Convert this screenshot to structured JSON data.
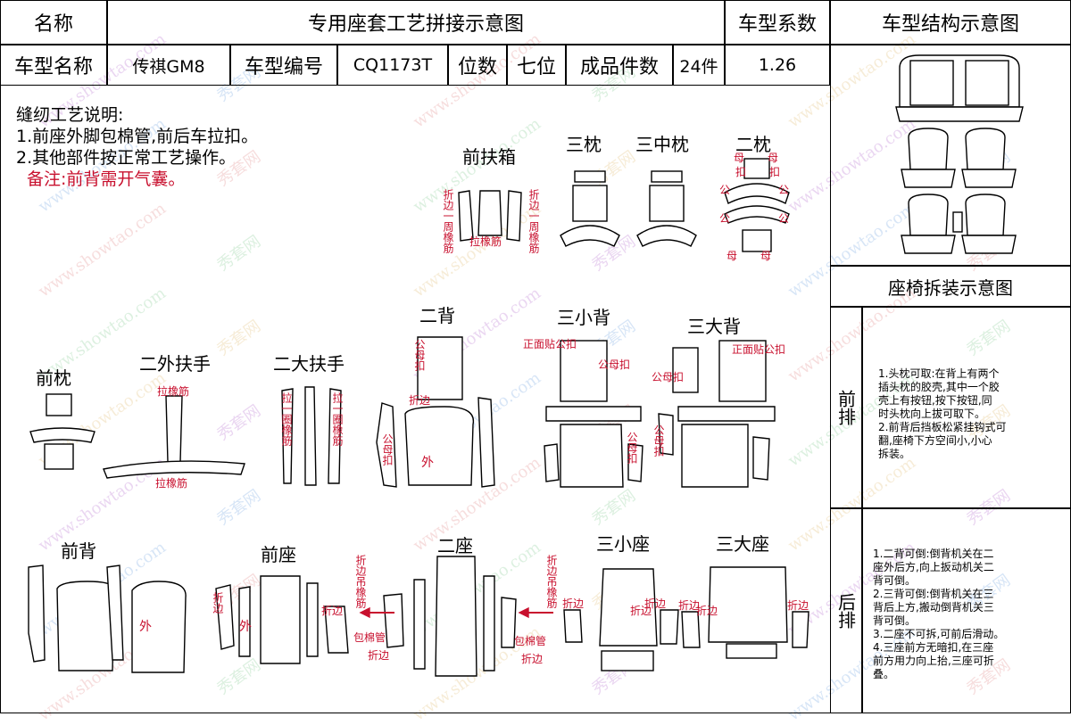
{
  "header": {
    "name_label": "名称",
    "title": "专用座套工艺拼接示意图",
    "coef_label": "车型系数",
    "struct_label": "车型结构示意图",
    "model_name_label": "车型名称",
    "model_name": "传祺GM8",
    "model_no_label": "车型编号",
    "model_no": "CQ1173T",
    "seats_label": "位数",
    "seats": "七位",
    "pieces_label": "成品件数",
    "pieces": "24件",
    "coef": "1.26"
  },
  "instructions": {
    "title": "缝纫工艺说明:",
    "line1": "1.前座外脚包棉管,前后车拉扣。",
    "line2": "2.其他部件按正常工艺操作。",
    "remark": "备注:前背需开气囊。"
  },
  "sections": {
    "front_armrest_box": "前扶箱",
    "third_pillow": "三枕",
    "third_mid_pillow": "三中枕",
    "second_pillow": "二枕",
    "front_pillow": "前枕",
    "second_outer_armrest": "二外扶手",
    "second_large_armrest": "二大扶手",
    "second_back": "二背",
    "third_small_back": "三小背",
    "third_large_back": "三大背",
    "front_back": "前背",
    "front_seat": "前座",
    "second_seat": "二座",
    "third_small_seat": "三小座",
    "third_large_seat": "三大座"
  },
  "annotations": {
    "fold_around_elastic": "折边一周橡筋",
    "pull_elastic": "拉橡筋",
    "pull_one_round_elastic": "拉一圈橡筋",
    "female": "母",
    "buckle": "扣",
    "male": "公",
    "male_female_buckle": "公母扣",
    "front_paste_male": "正面贴公扣",
    "outer": "外",
    "fold_edge": "折边",
    "fold_hang_elastic": "折边吊橡筋",
    "wrap_cotton_tube": "包棉管"
  },
  "right_panel": {
    "disassembly_title": "座椅拆装示意图",
    "front_row": "前排",
    "rear_row": "后排",
    "front_notes": [
      "1.头枕可取:在背上有两个",
      "插头枕的胶壳,其中一个胶",
      "壳上有按钮,按下按钮,同",
      "时头枕向上拔可取下。",
      "2.前背后挡板松紧挂钩式可",
      "翻,座椅下方空间小,小心",
      "拆装。"
    ],
    "rear_notes": [
      "1.二背可倒:倒背机关在二",
      "座外后方,向上扳动机关二",
      "背可倒。",
      "2.三背可倒:倒背机关在三",
      "背后上方,搬动倒背机关三",
      "背可倒。",
      "3.二座不可拆,可前后滑动。",
      "4.三座前方无暗扣,在三座",
      "前方用力向上抬,三座可折",
      "叠。"
    ]
  },
  "watermark": {
    "site": "www.showtao.com",
    "brand": "秀套网"
  },
  "colors": {
    "annotation_red": "#c8102e",
    "line": "#000000"
  }
}
